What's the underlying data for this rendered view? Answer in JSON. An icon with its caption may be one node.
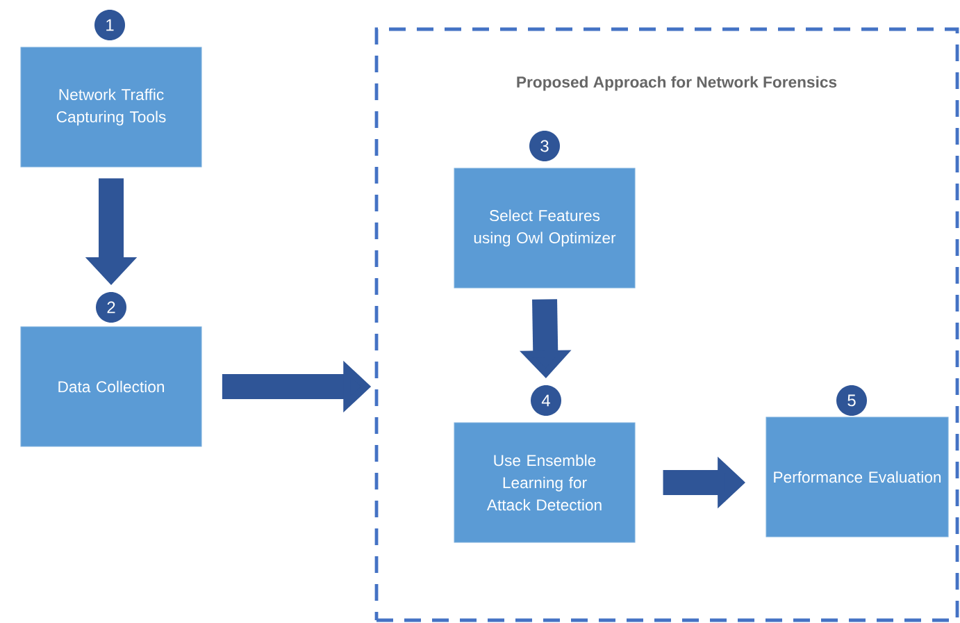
{
  "diagram": {
    "nodes": [
      {
        "text": [
          "1"
        ]
      },
      {
        "text": [
          "Network Traffic Capturing Tools"
        ]
      },
      {
        "text": [
          "2"
        ]
      },
      {
        "text": [
          "Data Collection"
        ]
      },
      {
        "text": [
          "Proposed  Approach for Network Forensics"
        ]
      },
      {
        "text": [
          "3"
        ],
        "in": 4
      },
      {
        "text": [
          "Select Features using Owl Optimizer"
        ],
        "in": 4
      },
      {
        "text": [
          "4"
        ],
        "in": 4
      },
      {
        "text": [
          "Use Ensemble Learning for Attack Detection"
        ],
        "in": 4
      },
      {
        "text": [
          "5"
        ],
        "in": 4
      },
      {
        "text": [
          "Performance Evaluation"
        ],
        "in": 4
      }
    ],
    "edges": [
      {
        "from": 1,
        "to": 2,
        "arrow": "to"
      },
      {
        "from": 3,
        "to": 4,
        "arrow": "to"
      },
      {
        "from": 6,
        "to": 7,
        "arrow": "to"
      },
      {
        "from": 8,
        "to": 10,
        "arrow": "to"
      }
    ]
  }
}
